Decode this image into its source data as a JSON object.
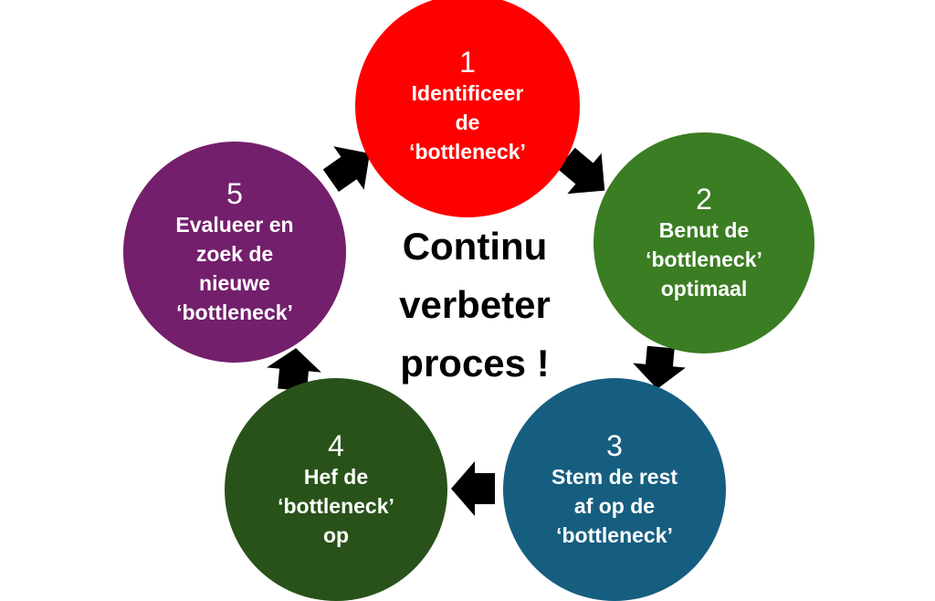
{
  "center_text": [
    "Continu",
    "verbeter",
    "proces !"
  ],
  "steps": [
    {
      "number": "1",
      "lines": [
        "Identificeer",
        "de",
        "‘bottleneck’"
      ],
      "color": "#ff0000"
    },
    {
      "number": "2",
      "lines": [
        "Benut de",
        "‘bottleneck’",
        "optimaal"
      ],
      "color": "#3b7d23"
    },
    {
      "number": "3",
      "lines": [
        "Stem de rest",
        "af op de",
        "‘bottleneck’"
      ],
      "color": "#165e80"
    },
    {
      "number": "4",
      "lines": [
        "Hef de",
        "‘bottleneck’",
        "op"
      ],
      "color": "#285219"
    },
    {
      "number": "5",
      "lines": [
        "Evalueer en",
        "zoek de",
        "nieuwe",
        "‘bottleneck’"
      ],
      "color": "#731f6c"
    }
  ],
  "arrow_color": "#000000"
}
